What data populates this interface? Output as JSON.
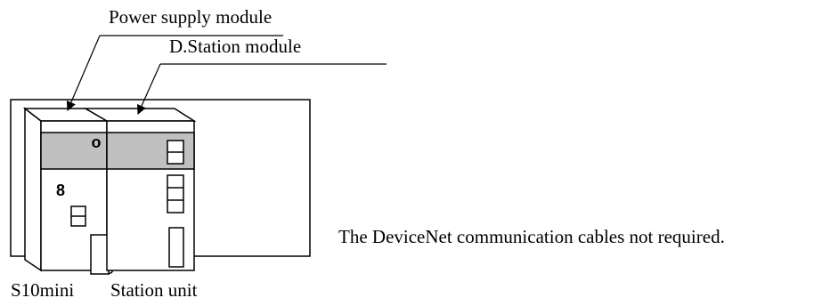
{
  "callouts": {
    "power_supply": "Power supply module",
    "dstation": "D.Station module"
  },
  "units": {
    "left": "S10mini",
    "right": "Station unit"
  },
  "panel": {
    "indicator_char": "o",
    "digit": "8"
  },
  "note": "The DeviceNet communication cables not required.",
  "colors": {
    "line": "#000000",
    "band": "#c0c0c0",
    "background": "#ffffff"
  }
}
